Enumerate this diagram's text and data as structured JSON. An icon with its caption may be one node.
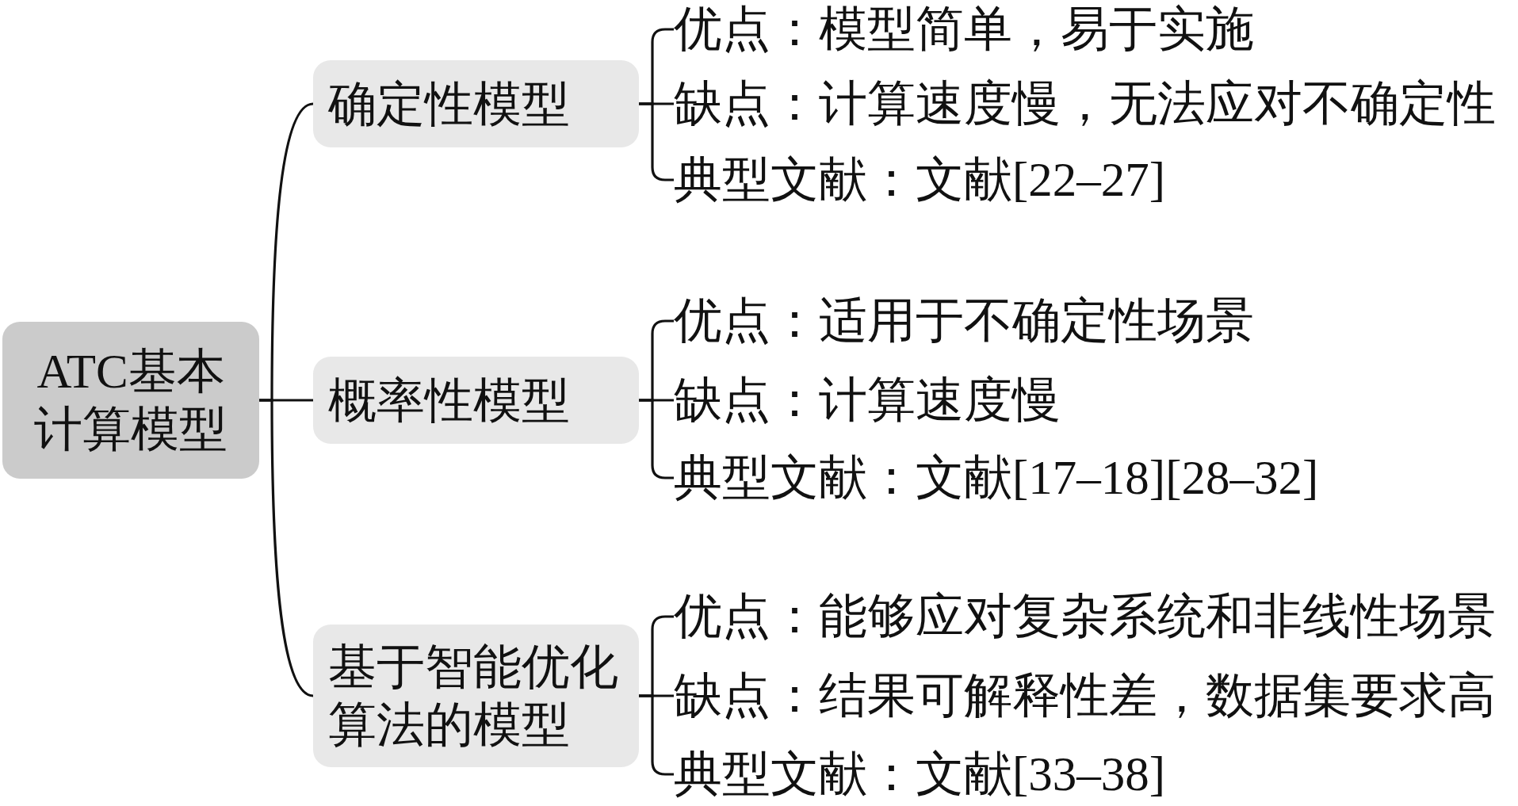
{
  "diagram": {
    "nodes": [
      {
        "text": [
          "ATC基本计算模型"
        ]
      },
      {
        "text": [
          "确定性模型"
        ]
      },
      {
        "text": [
          "优点：模型简单，易于实施"
        ]
      },
      {
        "text": [
          "缺点：计算速度慢，无法应对不确定性"
        ]
      },
      {
        "text": [
          "典型文献：文献[22–27]"
        ]
      },
      {
        "text": [
          "概率性模型"
        ]
      },
      {
        "text": [
          "优点：适用于不确定性场景"
        ]
      },
      {
        "text": [
          "缺点：计算速度慢"
        ]
      },
      {
        "text": [
          "典型文献：文献[17–18][28–32]"
        ]
      },
      {
        "text": [
          "基于智能优化算法的模型"
        ]
      },
      {
        "text": [
          "优点：能够应对复杂系统和非线性场景"
        ]
      },
      {
        "text": [
          "缺点：结果可解释性差，数据集要求高"
        ]
      },
      {
        "text": [
          "典型文献：文献[33–38]"
        ]
      }
    ],
    "edges": [
      {
        "from": 0,
        "to": 1,
        "arrow": "none"
      },
      {
        "from": 0,
        "to": 5,
        "arrow": "none"
      },
      {
        "from": 0,
        "to": 9,
        "arrow": "none"
      },
      {
        "from": 1,
        "to": 2,
        "arrow": "none"
      },
      {
        "from": 1,
        "to": 3,
        "arrow": "none"
      },
      {
        "from": 1,
        "to": 4,
        "arrow": "none"
      },
      {
        "from": 5,
        "to": 6,
        "arrow": "none"
      },
      {
        "from": 5,
        "to": 7,
        "arrow": "none"
      },
      {
        "from": 5,
        "to": 8,
        "arrow": "none"
      },
      {
        "from": 9,
        "to": 10,
        "arrow": "none"
      },
      {
        "from": 9,
        "to": 11,
        "arrow": "none"
      },
      {
        "from": 9,
        "to": 12,
        "arrow": "none"
      }
    ]
  }
}
